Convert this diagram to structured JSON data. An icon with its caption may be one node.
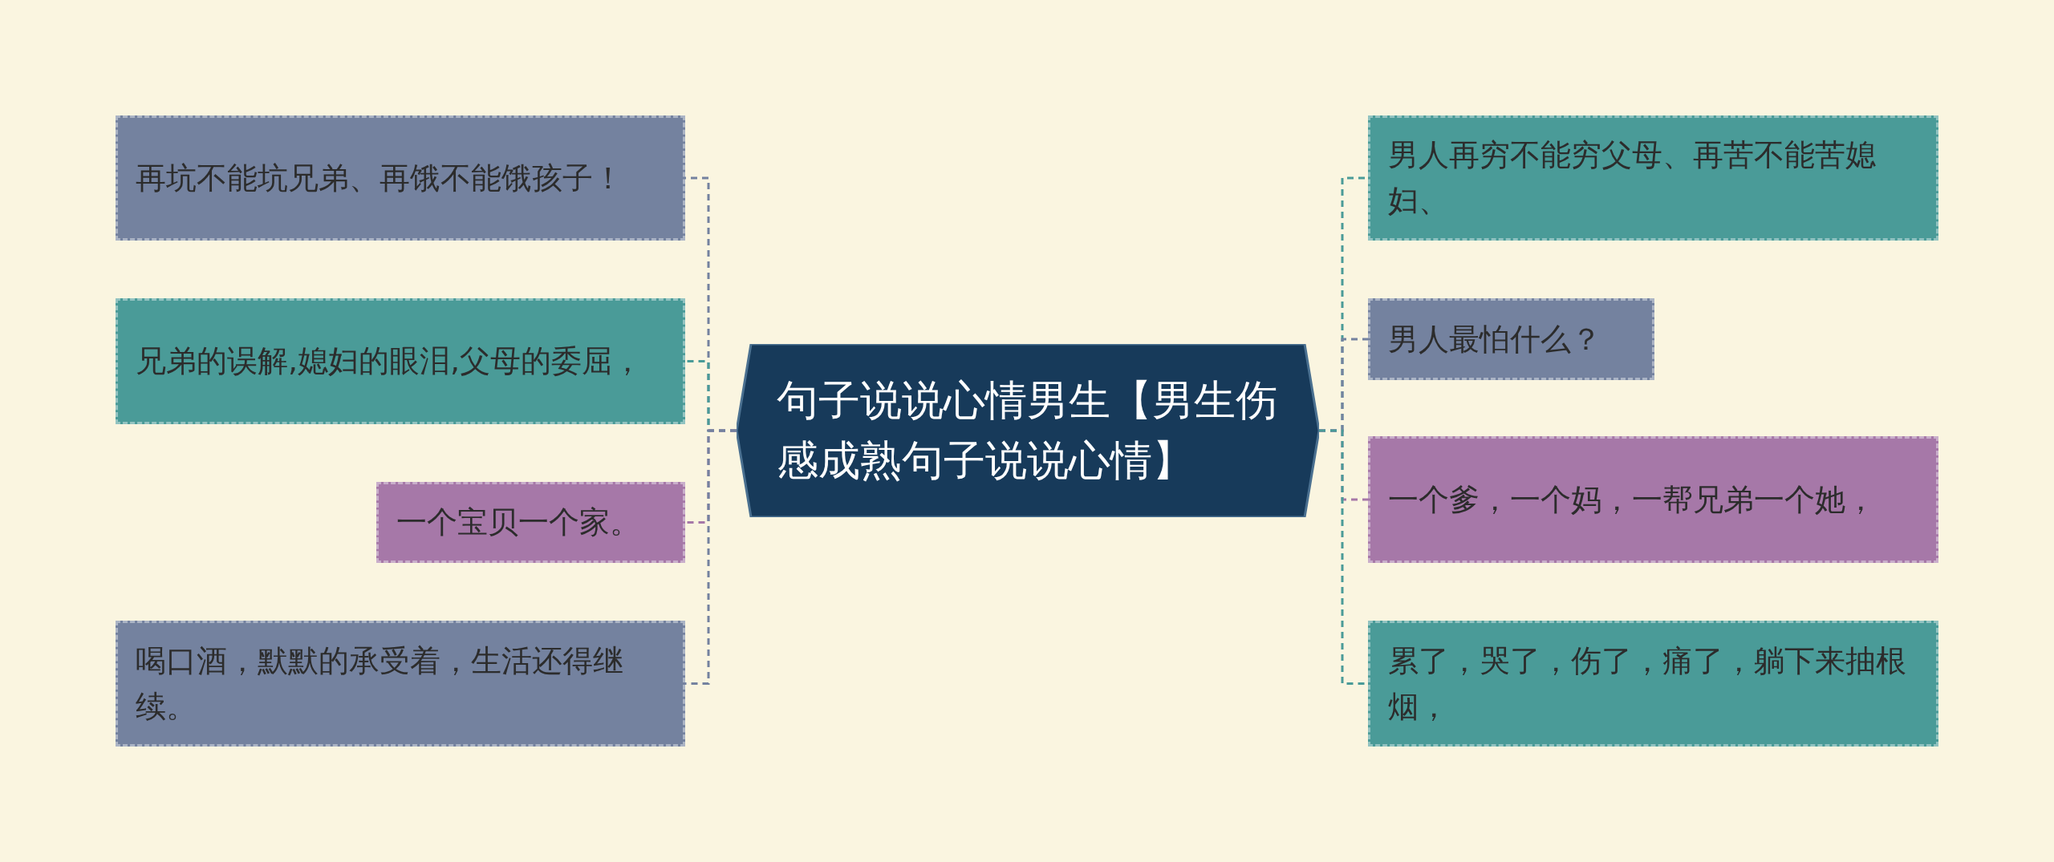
{
  "diagram": {
    "nodes": [
      {
        "text": [
          "句子说说心情男生【男生伤感成熟句子说说心情】"
        ]
      },
      {
        "text": [
          "再坑不能坑兄弟、再饿不能饿孩子！"
        ]
      },
      {
        "text": [
          "兄弟的误解,媳妇的眼泪,父母的委屈，"
        ]
      },
      {
        "text": [
          "一个宝贝一个家。"
        ]
      },
      {
        "text": [
          "喝口酒，默默的承受着，生活还得继续。"
        ]
      },
      {
        "text": [
          "男人再穷不能穷父母、再苦不能苦媳妇、"
        ]
      },
      {
        "text": [
          "男人最怕什么？"
        ]
      },
      {
        "text": [
          "一个爹，一个妈，一帮兄弟一个她，"
        ]
      },
      {
        "text": [
          "累了，哭了，伤了，痛了，躺下来抽根烟，"
        ]
      }
    ],
    "edges": [
      {
        "from": 0,
        "to": 1,
        "arrow": "none",
        "style": "dashed",
        "color": "#74829f"
      },
      {
        "from": 0,
        "to": 2,
        "arrow": "none",
        "style": "dashed",
        "color": "#4a9b98"
      },
      {
        "from": 0,
        "to": 3,
        "arrow": "none",
        "style": "dashed",
        "color": "#a678a8"
      },
      {
        "from": 0,
        "to": 4,
        "arrow": "none",
        "style": "dashed",
        "color": "#74829f"
      },
      {
        "from": 0,
        "to": 5,
        "arrow": "none",
        "style": "dashed",
        "color": "#4a9b98"
      },
      {
        "from": 0,
        "to": 6,
        "arrow": "none",
        "style": "dashed",
        "color": "#74829f"
      },
      {
        "from": 0,
        "to": 7,
        "arrow": "none",
        "style": "dashed",
        "color": "#a678a8"
      },
      {
        "from": 0,
        "to": 8,
        "arrow": "none",
        "style": "dashed",
        "color": "#4a9b98"
      }
    ]
  }
}
